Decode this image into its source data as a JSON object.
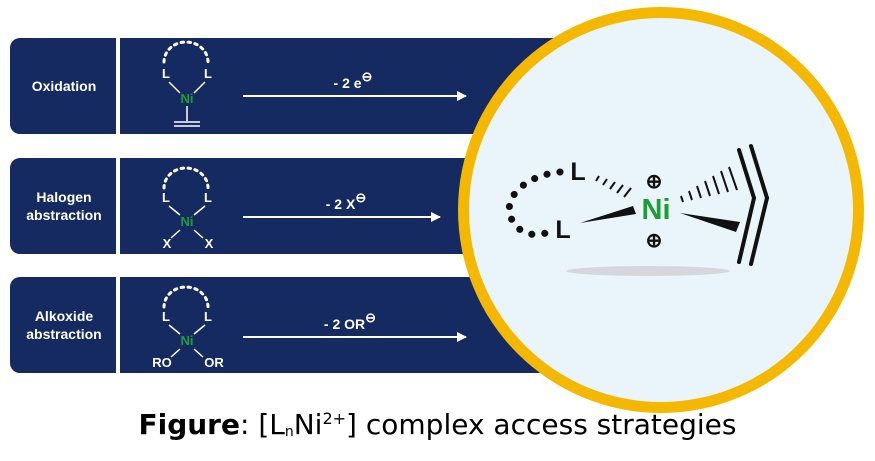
{
  "rows": [
    {
      "label": "Oxidation",
      "ligand_left": "L",
      "ligand_right": "L",
      "metal": "Ni",
      "arrow_label": "- 2 e",
      "charge_symbol": "⊖"
    },
    {
      "label": "Halogen\nabstraction",
      "ligand_left": "L",
      "ligand_right": "L",
      "metal": "Ni",
      "sub_left": "X",
      "sub_right": "X",
      "arrow_label": "- 2 X",
      "charge_symbol": "⊖"
    },
    {
      "label": "Alkoxide\nabstraction",
      "ligand_left": "L",
      "ligand_right": "L",
      "metal": "Ni",
      "sub_left": "RO",
      "sub_right": "OR",
      "arrow_label": "- 2 OR",
      "charge_symbol": "⊖"
    }
  ],
  "product": {
    "ligand_top": "L",
    "ligand_bottom": "L",
    "metal": "Ni",
    "charge_symbol": "⊕"
  },
  "caption": {
    "bold": "Figure",
    "colon": ": [L",
    "sub": "n",
    "mid": "Ni",
    "sup": "2+",
    "rest": "] complex access strategies"
  },
  "colors": {
    "panel": "#142a61",
    "ring": "#f5b800",
    "circle_fill": "#e9f4fb",
    "nickel": "#1a9e35"
  }
}
